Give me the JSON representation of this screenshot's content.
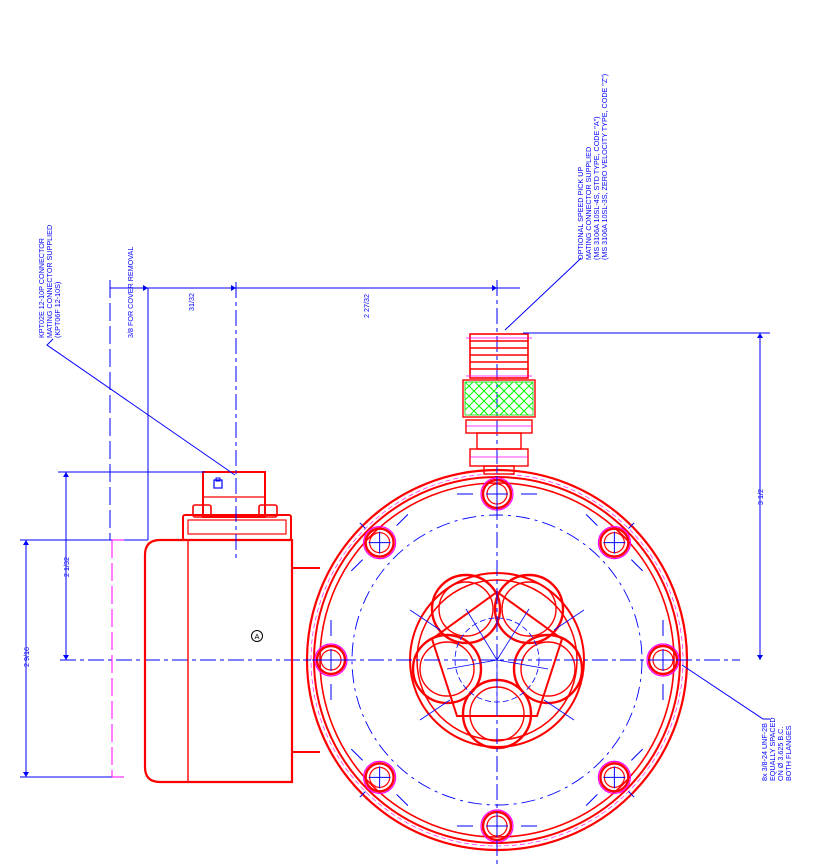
{
  "notes": {
    "kpt_connector": [
      "KPT02E 12-10P CONNECTOR",
      "MATING CONNECTOR SUPPLIED",
      "(KPT06F 12-10S)"
    ],
    "cover_removal": "3/8 FOR COVER REMOVAL",
    "speed_pickup": [
      "OPTIONAL SPEED PICK UP",
      "MATING CONNECTOR SUPPLIED",
      "(MS 3106A 10SL-4S, STD TYPE, CODE \"A\")",
      "(MS 3106A 10SL-3S, ZERO VELOCITY TYPE, CODE \"Z\")"
    ],
    "holes": [
      "8x 3/8-24 UNF-2B",
      "EQUALLY SPACED",
      "ON Ø 3.625 B.C.",
      "BOTH FLANGES"
    ]
  },
  "dimensions": {
    "d_31_32": "31/32",
    "d_2_27_32": "2 27/32",
    "d_3_1_2": "3 1/2",
    "d_2_1_32": "2 1/32",
    "d_2_9_16": "2 9/16"
  },
  "callout": {
    "letter": "A"
  },
  "colors": {
    "outline": "#ff0000",
    "dimension": "#0000ff",
    "hidden": "#ff00ff",
    "knurl": "#00ff00"
  }
}
